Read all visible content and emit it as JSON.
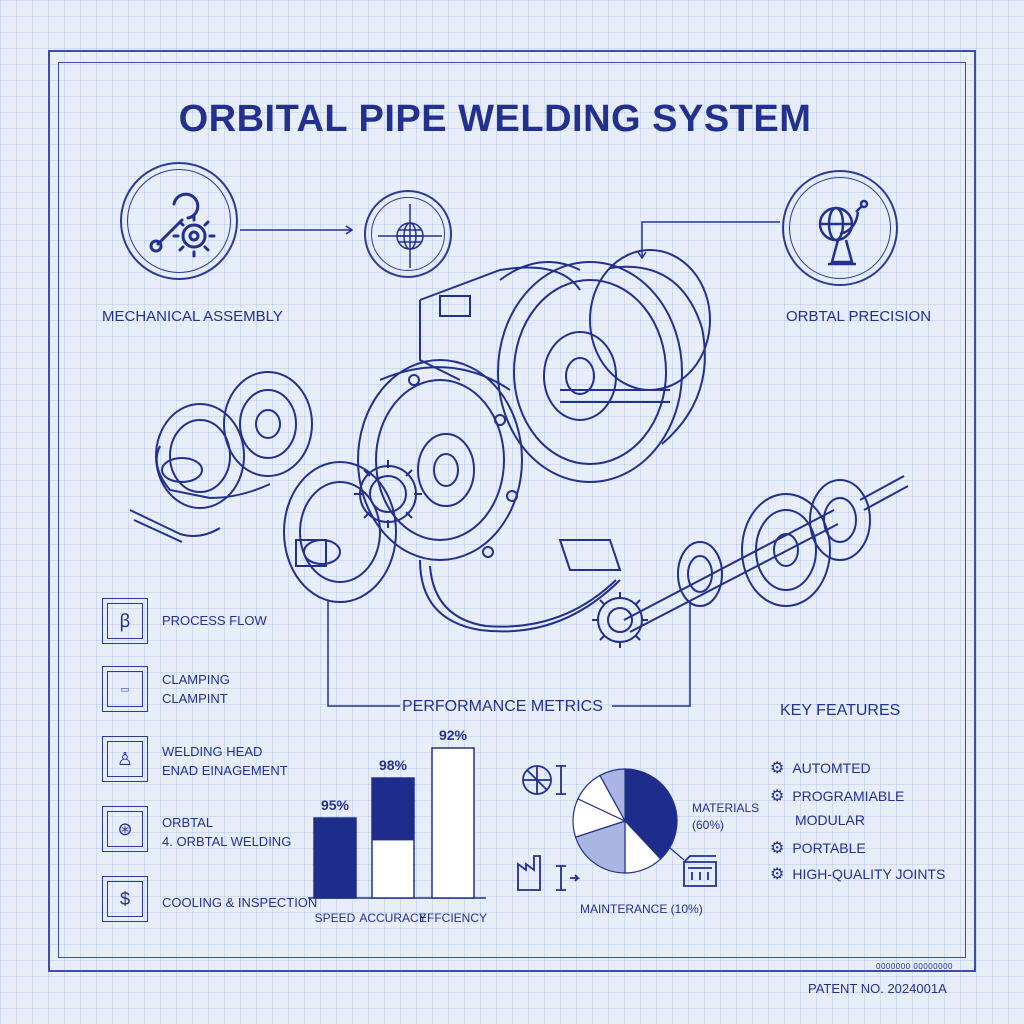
{
  "title": "ORBITAL PIPE WELDING SYSTEM",
  "labels": {
    "mechanical_assembly": "MECHANICAL ASSEMBLY",
    "orbital_precision": "ORBTAL PRECISION",
    "performance_metrics": "PERFORMANCE METRICS",
    "key_features": "KEY FEATURES"
  },
  "process_steps": [
    {
      "line1": "PROCESS FLOW",
      "line2": "",
      "icon": "torch-icon"
    },
    {
      "line1": "CLAMPING",
      "line2": "CLAMPINT",
      "icon": "clamp-icon"
    },
    {
      "line1": "WELDING HEAD",
      "line2": "ENAD EINAGEMENT",
      "icon": "welding-head-icon"
    },
    {
      "line1": "ORBTAL",
      "line2": "4. ORBTAL WELDING",
      "icon": "orbital-icon"
    },
    {
      "line1": "COOLING & INSPECTION",
      "line2": "",
      "icon": "dollar-icon"
    }
  ],
  "features": [
    "AUTOMTED",
    "PROGRAMIABLE",
    "MODULAR",
    "PORTABLE",
    "HIGH-QUALITY JOINTS"
  ],
  "chart_data": [
    {
      "type": "bar",
      "categories": [
        "SPEED",
        "ACCURACY",
        "EFFCIENCY"
      ],
      "value_labels": [
        "95%",
        "98%",
        "92%"
      ],
      "values": [
        95,
        98,
        92
      ],
      "filled_fraction": [
        1.0,
        0.52,
        0.0
      ],
      "colors": {
        "fill": "#1e2d8c",
        "outline": "#1e2d8c"
      }
    },
    {
      "type": "pie",
      "slices": [
        {
          "label": "MATERIALS",
          "sublabel": "(60%)",
          "value": 38,
          "color": "#1e2d8c"
        },
        {
          "label": "",
          "value": 12,
          "color": "#ffffff"
        },
        {
          "label": "",
          "value": 20,
          "color": "#aab5e4"
        },
        {
          "label": "",
          "value": 12,
          "color": "#ffffff"
        },
        {
          "label": "MAINTERANCE (10%)",
          "value": 10,
          "color": "#ffffff"
        },
        {
          "label": "",
          "value": 8,
          "color": "#aab5e4"
        }
      ]
    }
  ],
  "patent": "PATENT NO. 2024001A",
  "stamp": "0000000 00000000",
  "colors": {
    "ink": "#22308f",
    "paper": "#e8eef9",
    "accent_fill": "#1e2d8c",
    "light_fill": "#aab5e4"
  }
}
